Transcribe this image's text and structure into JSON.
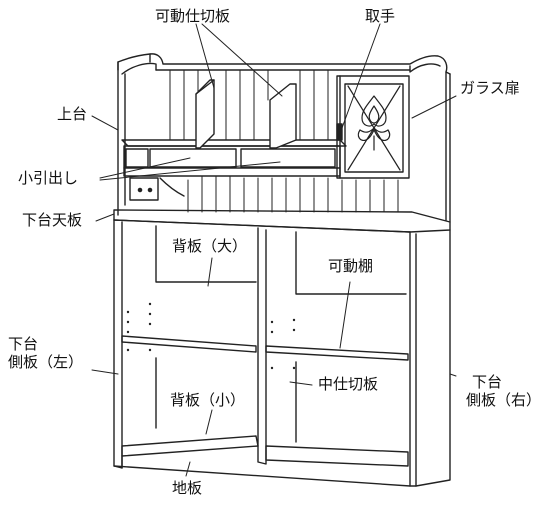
{
  "labels": {
    "movable_divider": "可動仕切板",
    "handle": "取手",
    "glass_door": "ガラス扉",
    "upper_unit": "上台",
    "small_drawer": "小引出し",
    "lower_top_board": "下台天板",
    "back_board_large": "背板（大）",
    "movable_shelf": "可動棚",
    "lower_side_left_line1": "下台",
    "lower_side_left_line2": "側板（左）",
    "middle_divider": "中仕切板",
    "lower_side_right_line1": "下台",
    "lower_side_right_line2": "側板（右）",
    "back_board_small": "背板（小）",
    "bottom_board": "地板"
  }
}
